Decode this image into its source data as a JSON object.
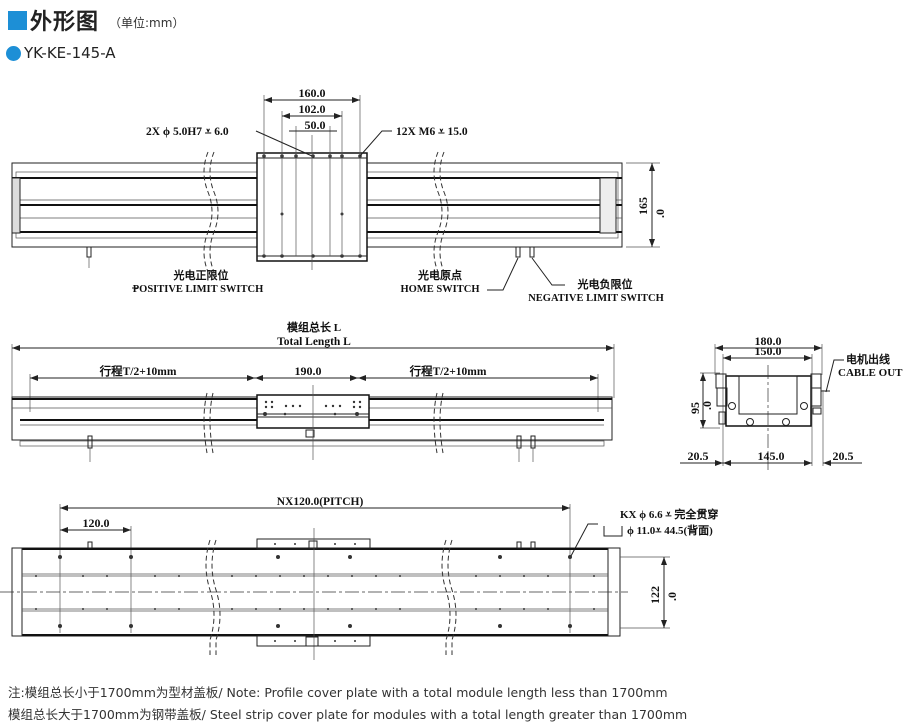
{
  "header": {
    "title": "外形图",
    "unit": "（单位:mm）",
    "model": "YK-KE-145-A"
  },
  "colors": {
    "accent": "#1d8fd6"
  },
  "top_view": {
    "dim_160": "160.0",
    "dim_102": "102.0",
    "dim_50": "50.0",
    "pin_holes": "2X ϕ 5.0H7 ⩡ 6.0",
    "tap_holes": "12X M6 ⩡ 15.0",
    "height": "165",
    "height_dec": ".0",
    "pos_switch_cn": "光电正限位",
    "pos_switch_en": "POSITIVE LIMIT SWITCH",
    "home_cn": "光电原点",
    "home_en": "HOME SWITCH",
    "neg_switch_cn": "光电负限位",
    "neg_switch_en": "NEGATIVE LIMIT SWITCH"
  },
  "front_view": {
    "total_cn": "模组总长 L",
    "total_en": "Total Length L",
    "stroke_left": "行程T/2+10mm",
    "carriage": "190.0",
    "stroke_right": "行程T/2+10mm"
  },
  "side_view": {
    "dim_180": "180.0",
    "dim_150": "150.0",
    "dim_95": "95",
    "dim_95_dec": ".0",
    "left_205": "20.5",
    "dim_145": "145.0",
    "right_205": "20.5",
    "cable_cn": "电机出线",
    "cable_en": "CABLE OUT"
  },
  "bottom_view": {
    "pitch": "NX120.0(PITCH)",
    "dim_120": "120.0",
    "hole_spec_1": "KX ϕ 6.6 ⩡ 完全贯穿",
    "hole_spec_2": "ϕ 11.0⩡  44.5(背面)",
    "width": "122",
    "width_dec": ".0"
  },
  "notes": [
    "注:模组总长小于1700mm为型材盖板/ Note: Profile cover plate with a total module length less than 1700mm",
    "模组总长大于1700mm为钢带盖板/ Steel strip cover plate for modules with a total length greater than 1700mm"
  ]
}
